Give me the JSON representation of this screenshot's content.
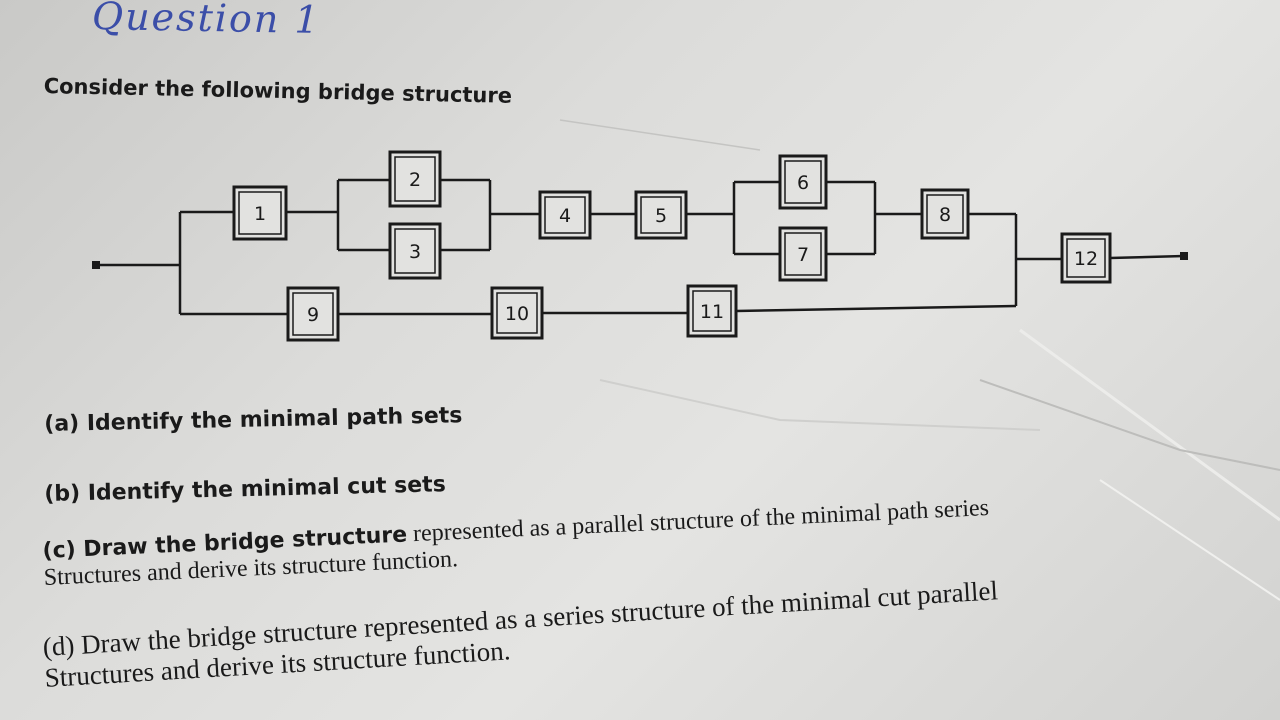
{
  "heading": "Question 1",
  "intro": "Consider the following bridge structure",
  "diagram": {
    "components": [
      "1",
      "2",
      "3",
      "4",
      "5",
      "6",
      "7",
      "8",
      "9",
      "10",
      "11",
      "12"
    ]
  },
  "questions": {
    "a": {
      "label": "(a) Identify the minimal path sets",
      "rest": "",
      "cont": ""
    },
    "b": {
      "label": "(b) Identify the minimal cut sets",
      "rest": "",
      "cont": ""
    },
    "c": {
      "label": "(c) Draw the bridge structure",
      "rest": " represented as a parallel structure of the minimal path series",
      "cont": "Structures and derive its structure function."
    },
    "d": {
      "label": "(d) Draw the bridge structure represented as a series structure of the minimal cut parallel",
      "rest": "",
      "cont": "Structures and derive its structure function."
    }
  }
}
